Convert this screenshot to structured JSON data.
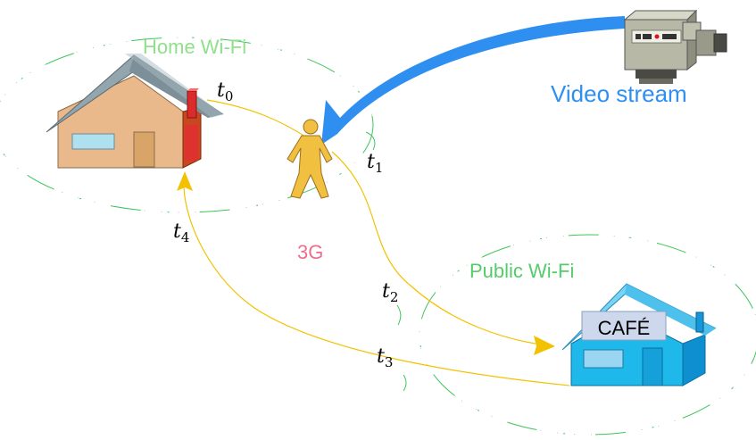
{
  "zones": {
    "home_wifi": "Home Wi-Fi",
    "public_wifi": "Public Wi-Fi",
    "cellular": "3G"
  },
  "stream": {
    "label": "Video stream"
  },
  "cafe": {
    "sign": "CAFÉ"
  },
  "time_markers": [
    {
      "base": "t",
      "sub": "0"
    },
    {
      "base": "t",
      "sub": "1"
    },
    {
      "base": "t",
      "sub": "2"
    },
    {
      "base": "t",
      "sub": "3"
    },
    {
      "base": "t",
      "sub": "4"
    }
  ],
  "colors": {
    "wifi_label": "#8fe08a",
    "wifi_ring": "#3cc75a",
    "cellular_label": "#ee6f8c",
    "stream_arrow": "#2f8ff0",
    "path": "#f2c200",
    "home_wall": "#e9b98c",
    "home_roof": "#8a9ea6",
    "cafe_body": "#1fb8ea",
    "person": "#f2c040"
  }
}
